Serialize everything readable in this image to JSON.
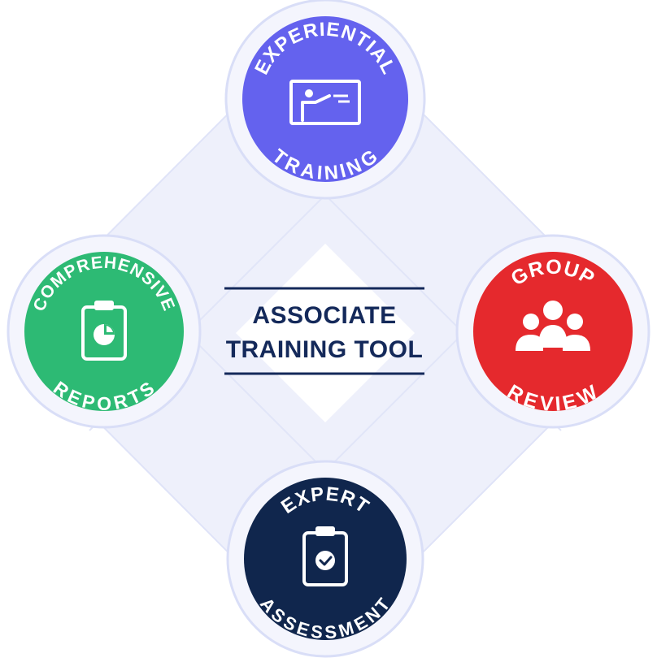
{
  "center": {
    "line1": "ASSOCIATE",
    "line2": "TRAINING TOOL"
  },
  "colors": {
    "diamond_fill": "#eef0fb",
    "diamond_stroke": "#d6dcf6",
    "ring": "#d9def7",
    "experiential": "#6462ee",
    "group": "#e5292d",
    "expert": "#10264d",
    "comprehensive": "#2dba74",
    "title": "#14295a"
  },
  "nodes": {
    "experiential": {
      "top": "EXPERIENTIAL",
      "bottom": "TRAINING",
      "icon": "presentation-board-icon"
    },
    "group": {
      "top": "GROUP",
      "bottom": "REVIEW",
      "icon": "people-group-icon"
    },
    "expert": {
      "top": "EXPERT",
      "bottom": "ASSESSMENT",
      "icon": "clipboard-check-icon"
    },
    "comprehensive": {
      "top": "COMPREHENSIVE",
      "bottom": "REPORTS",
      "icon": "clipboard-pie-chart-icon"
    }
  }
}
